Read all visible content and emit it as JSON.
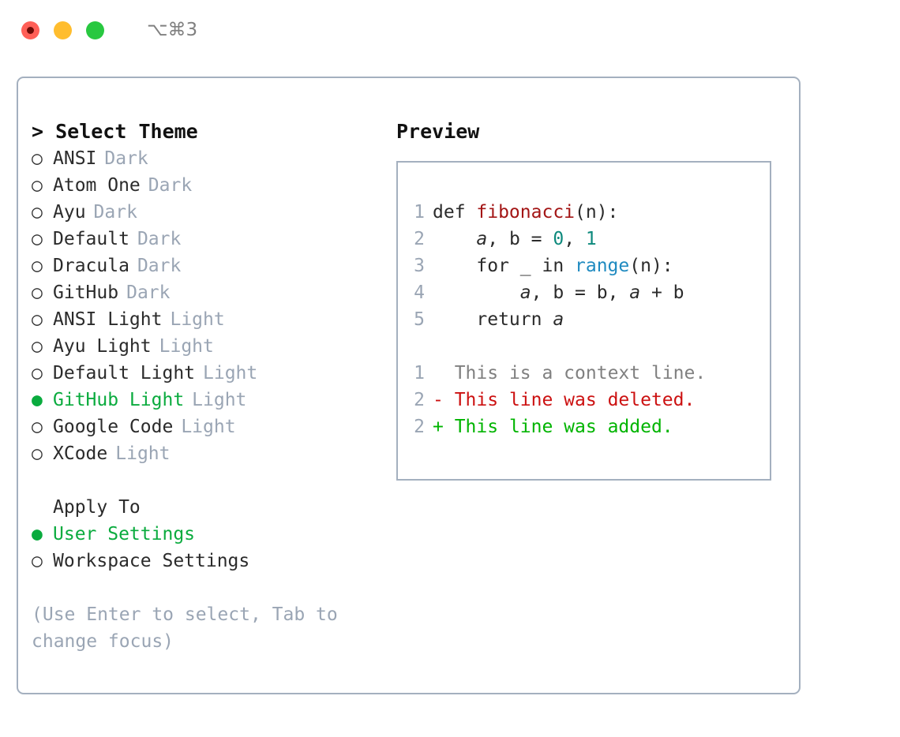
{
  "titlebar": {
    "shortcut": "⌥⌘3",
    "buttons": [
      {
        "name": "close",
        "color": "#ff5f57"
      },
      {
        "name": "minimize",
        "color": "#ffbd2e"
      },
      {
        "name": "zoom",
        "color": "#28c840"
      }
    ]
  },
  "theme_panel": {
    "title": "> Select Theme",
    "marker_unselected": "○",
    "marker_selected": "●",
    "items": [
      {
        "label": "ANSI",
        "tag": "Dark",
        "selected": false
      },
      {
        "label": "Atom One",
        "tag": "Dark",
        "selected": false
      },
      {
        "label": "Ayu",
        "tag": "Dark",
        "selected": false
      },
      {
        "label": "Default",
        "tag": "Dark",
        "selected": false
      },
      {
        "label": "Dracula",
        "tag": "Dark",
        "selected": false
      },
      {
        "label": "GitHub",
        "tag": "Dark",
        "selected": false
      },
      {
        "label": "ANSI Light",
        "tag": "Light",
        "selected": false
      },
      {
        "label": "Ayu Light",
        "tag": "Light",
        "selected": false
      },
      {
        "label": "Default Light",
        "tag": "Light",
        "selected": false
      },
      {
        "label": "GitHub Light",
        "tag": "Light",
        "selected": true
      },
      {
        "label": "Google Code",
        "tag": "Light",
        "selected": false
      },
      {
        "label": "XCode",
        "tag": "Light",
        "selected": false
      }
    ],
    "apply_to": {
      "header": "Apply To",
      "items": [
        {
          "label": "User Settings",
          "selected": true
        },
        {
          "label": "Workspace Settings",
          "selected": false
        }
      ]
    },
    "hint": "(Use Enter to select, Tab to change focus)"
  },
  "preview_panel": {
    "title": "Preview",
    "code": {
      "lines": [
        {
          "number": "1",
          "tokens": [
            {
              "text": "def ",
              "type": "plain"
            },
            {
              "text": "fibonacci",
              "type": "function"
            },
            {
              "text": "(n):",
              "type": "plain"
            }
          ]
        },
        {
          "number": "2",
          "tokens": [
            {
              "text": "    ",
              "type": "plain"
            },
            {
              "text": "a",
              "type": "variable"
            },
            {
              "text": ", ",
              "type": "plain"
            },
            {
              "text": "b",
              "type": "plain"
            },
            {
              "text": " = ",
              "type": "plain"
            },
            {
              "text": "0",
              "type": "number"
            },
            {
              "text": ", ",
              "type": "plain"
            },
            {
              "text": "1",
              "type": "number"
            }
          ]
        },
        {
          "number": "3",
          "tokens": [
            {
              "text": "    for _ in ",
              "type": "plain"
            },
            {
              "text": "range",
              "type": "builtin"
            },
            {
              "text": "(n):",
              "type": "plain"
            }
          ]
        },
        {
          "number": "4",
          "tokens": [
            {
              "text": "        ",
              "type": "plain"
            },
            {
              "text": "a",
              "type": "variable"
            },
            {
              "text": ", b = b, ",
              "type": "plain"
            },
            {
              "text": "a",
              "type": "variable"
            },
            {
              "text": " + b",
              "type": "plain"
            }
          ]
        },
        {
          "number": "5",
          "tokens": [
            {
              "text": "    return ",
              "type": "plain"
            },
            {
              "text": "a",
              "type": "variable"
            }
          ]
        }
      ]
    },
    "diff": {
      "lines": [
        {
          "number": "1",
          "sign": " ",
          "text": " This is a context line.",
          "type": "context"
        },
        {
          "number": "2",
          "sign": "-",
          "text": " This line was deleted.",
          "type": "deletion"
        },
        {
          "number": "2",
          "sign": "+",
          "text": " This line was added.",
          "type": "addition"
        }
      ]
    }
  },
  "colors": {
    "panel_border": "#a4b0bf",
    "muted_text": "#9aa5b4",
    "selected_green": "#0aab3e",
    "diff_add": "#00b400",
    "diff_del": "#cc1111",
    "syntax_function": "#a31515",
    "syntax_number": "#0e8a7d",
    "syntax_builtin": "#1f8ac0"
  }
}
